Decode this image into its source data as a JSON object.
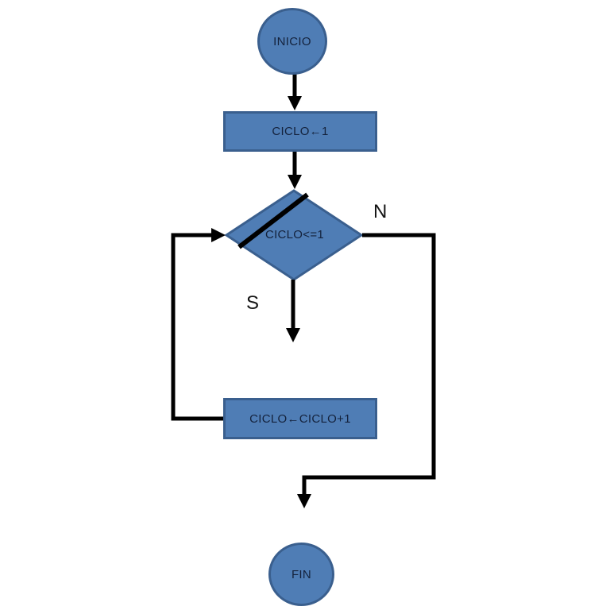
{
  "diagram": {
    "type": "flowchart",
    "language": "es"
  },
  "colors": {
    "shape_fill": "#4f7db5",
    "shape_border": "#3a5f8e",
    "connector": "#000000",
    "node_text": "#14223c",
    "branch_label_text": "#141414",
    "background": "#ffffff"
  },
  "nodes": {
    "start": {
      "label": "INICIO",
      "type": "terminator"
    },
    "init": {
      "label": "CICLO←1",
      "type": "process"
    },
    "decision": {
      "label": "CICLO<=1",
      "type": "decision"
    },
    "increment": {
      "label": "CICLO←CICLO+1",
      "type": "process"
    },
    "end": {
      "label": "FIN",
      "type": "terminator"
    }
  },
  "branch_labels": {
    "no": "N",
    "yes": "S"
  },
  "edges": [
    {
      "from": "start",
      "to": "init",
      "label": ""
    },
    {
      "from": "init",
      "to": "decision",
      "label": ""
    },
    {
      "from": "decision",
      "to": "increment",
      "label": "S"
    },
    {
      "from": "decision",
      "to": "end",
      "label": "N"
    },
    {
      "from": "increment",
      "to": "decision",
      "label": ""
    }
  ]
}
